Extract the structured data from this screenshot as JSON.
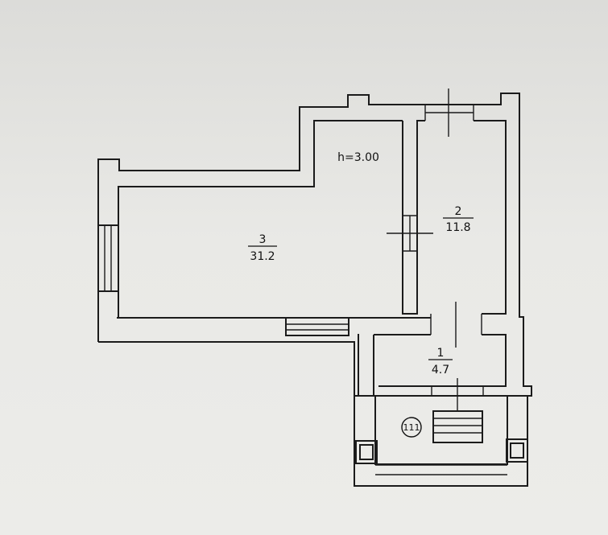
{
  "plan": {
    "ceiling_height": "h=3.00",
    "rooms": [
      {
        "number": "3",
        "area": "31.2"
      },
      {
        "number": "2",
        "area": "11.8"
      },
      {
        "number": "1",
        "area": "4.7"
      }
    ],
    "marker": "111"
  }
}
